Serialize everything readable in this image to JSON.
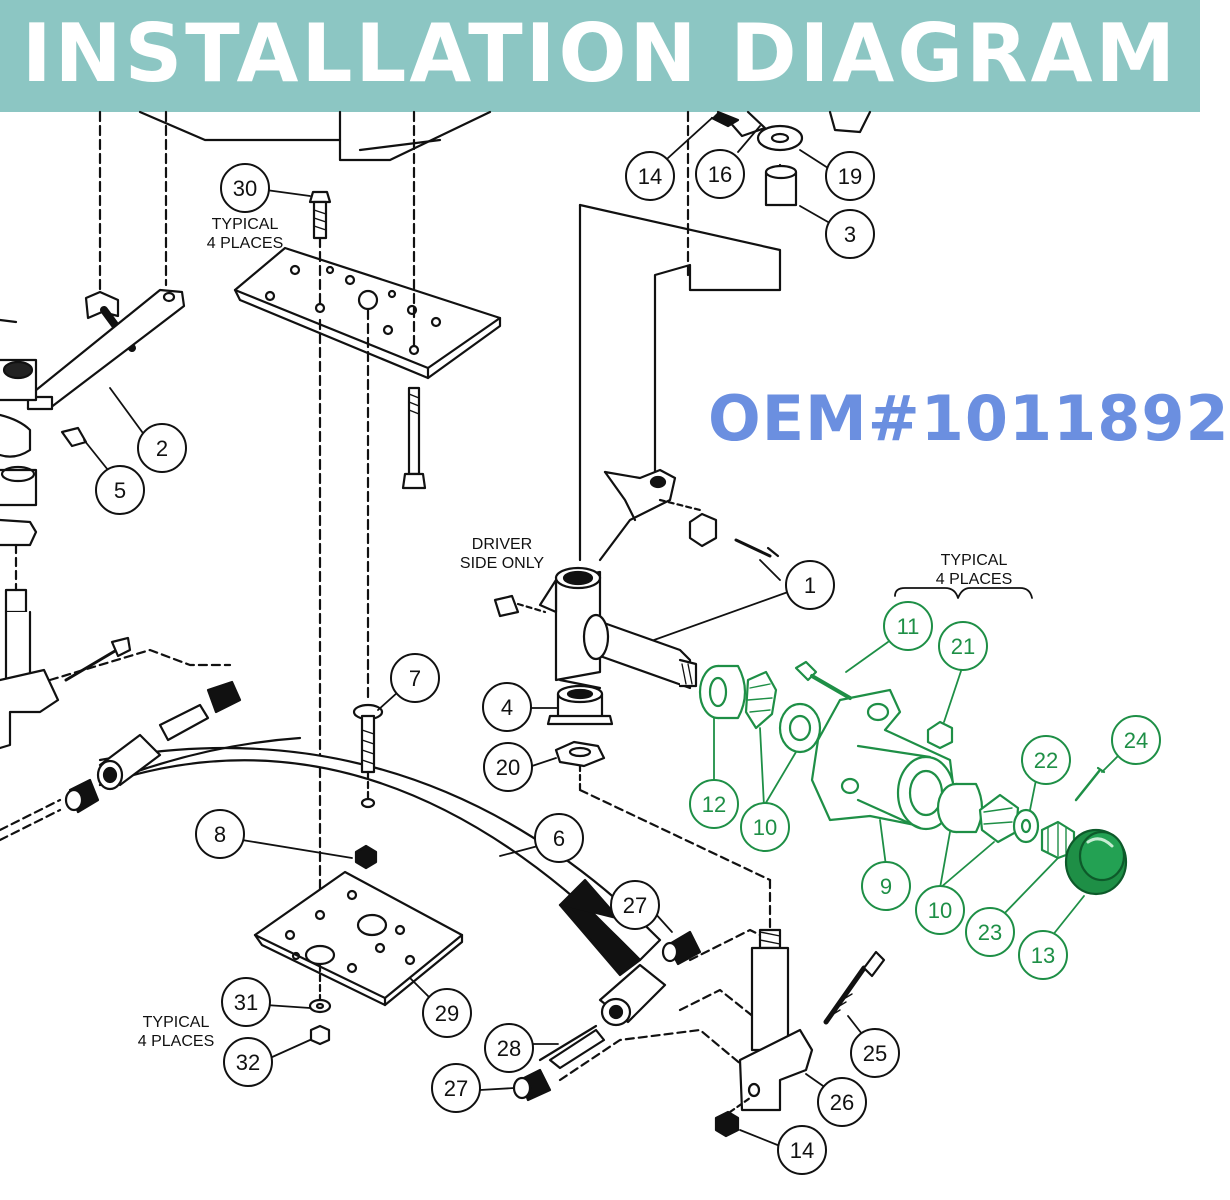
{
  "banner": {
    "title": "INSTALLATION DIAGRAM",
    "bg": "#8cc6c3"
  },
  "oem_label": "OEM#1011892",
  "colors": {
    "ink": "#111111",
    "highlight": "#1e8f46",
    "oem": "#6b8fe0"
  },
  "notes": {
    "typical": "TYPICAL",
    "places": "4 PLACES",
    "driver": "DRIVER",
    "side_only": "SIDE ONLY"
  },
  "callouts": [
    {
      "id": "c30",
      "label": "30"
    },
    {
      "id": "c14a",
      "label": "14"
    },
    {
      "id": "c16",
      "label": "16"
    },
    {
      "id": "c19",
      "label": "19"
    },
    {
      "id": "c3",
      "label": "3"
    },
    {
      "id": "c2",
      "label": "2"
    },
    {
      "id": "c5",
      "label": "5"
    },
    {
      "id": "c1",
      "label": "1"
    },
    {
      "id": "c7",
      "label": "7"
    },
    {
      "id": "c4",
      "label": "4"
    },
    {
      "id": "c20",
      "label": "20"
    },
    {
      "id": "c8",
      "label": "8"
    },
    {
      "id": "c6",
      "label": "6"
    },
    {
      "id": "c27a",
      "label": "27"
    },
    {
      "id": "c29",
      "label": "29"
    },
    {
      "id": "c31",
      "label": "31"
    },
    {
      "id": "c32",
      "label": "32"
    },
    {
      "id": "c28",
      "label": "28"
    },
    {
      "id": "c27b",
      "label": "27"
    },
    {
      "id": "c25",
      "label": "25"
    },
    {
      "id": "c26",
      "label": "26"
    },
    {
      "id": "c14b",
      "label": "14"
    },
    {
      "id": "c11",
      "label": "11",
      "hl": true
    },
    {
      "id": "c21",
      "label": "21",
      "hl": true
    },
    {
      "id": "c12",
      "label": "12",
      "hl": true
    },
    {
      "id": "c10a",
      "label": "10",
      "hl": true
    },
    {
      "id": "c22",
      "label": "22",
      "hl": true
    },
    {
      "id": "c24",
      "label": "24",
      "hl": true
    },
    {
      "id": "c9",
      "label": "9",
      "hl": true
    },
    {
      "id": "c10b",
      "label": "10",
      "hl": true
    },
    {
      "id": "c23",
      "label": "23",
      "hl": true
    },
    {
      "id": "c13",
      "label": "13",
      "hl": true
    }
  ]
}
